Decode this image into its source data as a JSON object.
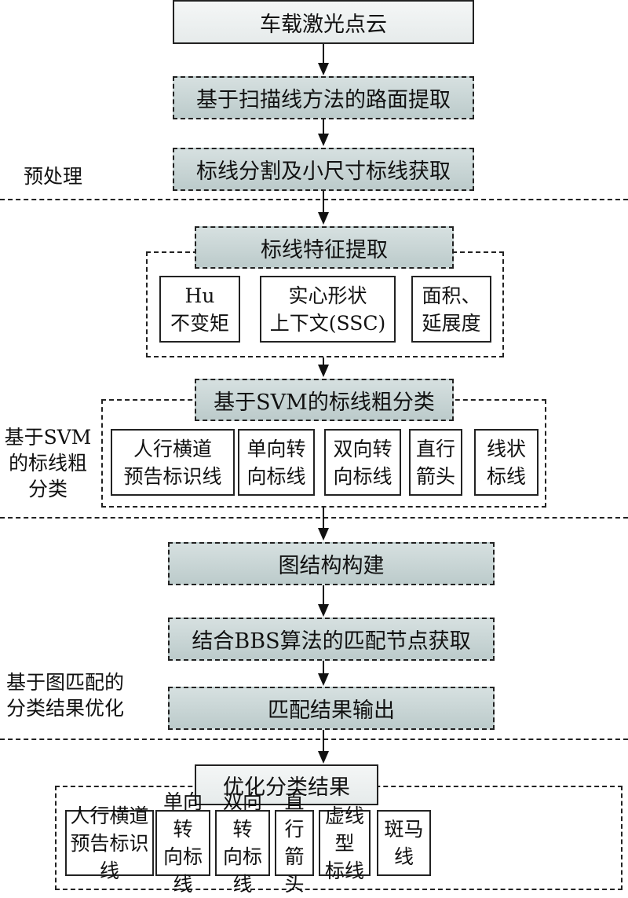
{
  "nodes": {
    "input": "车载激光点云",
    "road_extraction": "基于扫描线方法的路面提取",
    "segmentation": "标线分割及小尺寸标线获取",
    "feature_extraction": "标线特征提取",
    "svm_classification": "基于SVM的标线粗分类",
    "graph_build": "图结构构建",
    "bbs_matching": "结合BBS算法的匹配节点获取",
    "match_output": "匹配结果输出",
    "final_result": "优化分类结果"
  },
  "features": [
    {
      "line1": "Hu",
      "line2": "不变矩"
    },
    {
      "line1": "实心形状",
      "line2": "上下文(SSC)"
    },
    {
      "line1": "面积、",
      "line2": "延展度"
    }
  ],
  "coarse_classes": [
    {
      "line1": "人行横道",
      "line2": "预告标识线"
    },
    {
      "line1": "单向转",
      "line2": "向标线"
    },
    {
      "line1": "双向转",
      "line2": "向标线"
    },
    {
      "line1": "直行",
      "line2": "箭头"
    },
    {
      "line1": "线状",
      "line2": "标线"
    }
  ],
  "final_classes": [
    {
      "line1": "人行横道",
      "line2": "预告标识线"
    },
    {
      "line1": "单向转",
      "line2": "向标线"
    },
    {
      "line1": "双向转",
      "line2": "向标线"
    },
    {
      "line1": "直行",
      "line2": "箭头"
    },
    {
      "line1": "虚线型",
      "line2": "标线"
    },
    {
      "line1": "斑马线",
      "line2": ""
    }
  ],
  "stages": {
    "preprocess": "预处理",
    "svm_stage": [
      "基于SVM",
      "的标线粗",
      "分类"
    ],
    "graph_stage": [
      "基于图匹配的",
      "分类结果优化"
    ]
  }
}
